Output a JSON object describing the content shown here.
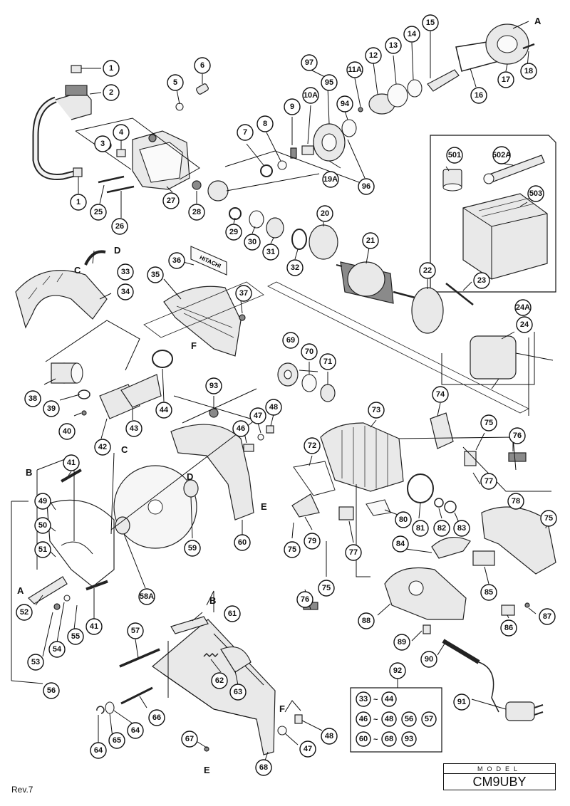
{
  "model": {
    "label": "MODEL",
    "name": "CM9UBY"
  },
  "revision": "Rev.7",
  "letters": [
    "A",
    "B",
    "C",
    "D",
    "E",
    "F"
  ],
  "kit": {
    "callout": "92",
    "rows": [
      [
        "33",
        "44"
      ],
      [
        "46",
        "48",
        "56",
        "57"
      ],
      [
        "60",
        "68",
        "93"
      ]
    ],
    "range_symbol": "~"
  },
  "callouts": [
    "1",
    "2",
    "3",
    "4",
    "5",
    "6",
    "7",
    "8",
    "9",
    "10A",
    "11A",
    "12",
    "13",
    "14",
    "15",
    "16",
    "17",
    "18",
    "19A",
    "20",
    "21",
    "22",
    "23",
    "24",
    "24A",
    "25",
    "26",
    "27",
    "28",
    "29",
    "30",
    "31",
    "32",
    "33",
    "34",
    "35",
    "36",
    "37",
    "38",
    "39",
    "40",
    "41",
    "42",
    "43",
    "44",
    "46",
    "47",
    "48",
    "49",
    "50",
    "51",
    "52",
    "53",
    "54",
    "55",
    "56",
    "57",
    "58A",
    "59",
    "60",
    "61",
    "62",
    "63",
    "64",
    "65",
    "66",
    "67",
    "68",
    "69",
    "70",
    "71",
    "72",
    "73",
    "74",
    "75",
    "76",
    "77",
    "78",
    "79",
    "80",
    "81",
    "82",
    "83",
    "84",
    "85",
    "86",
    "87",
    "88",
    "89",
    "90",
    "91",
    "93",
    "94",
    "95",
    "96",
    "97",
    "501",
    "502A",
    "503"
  ],
  "brand_plate": "HITACHI"
}
